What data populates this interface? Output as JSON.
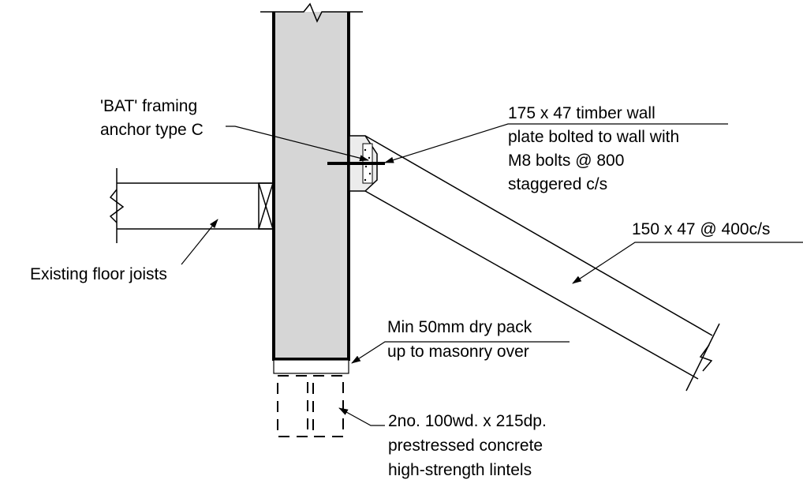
{
  "colors": {
    "line": "#000000",
    "wall_fill": "#d6d6d6",
    "background": "#ffffff"
  },
  "labels": {
    "bat_anchor": [
      "'BAT' framing",
      "anchor type C"
    ],
    "wall_plate": [
      "175 x 47 timber wall",
      "plate bolted to wall with",
      "M8 bolts @ 800",
      "staggered c/s"
    ],
    "rafter": "150 x 47 @ 400c/s",
    "floor_joists": "Existing floor joists",
    "dry_pack": [
      "Min 50mm dry pack",
      "up to masonry over"
    ],
    "lintels": [
      "2no. 100wd. x 215dp.",
      "prestressed concrete",
      "high-strength lintels"
    ]
  }
}
